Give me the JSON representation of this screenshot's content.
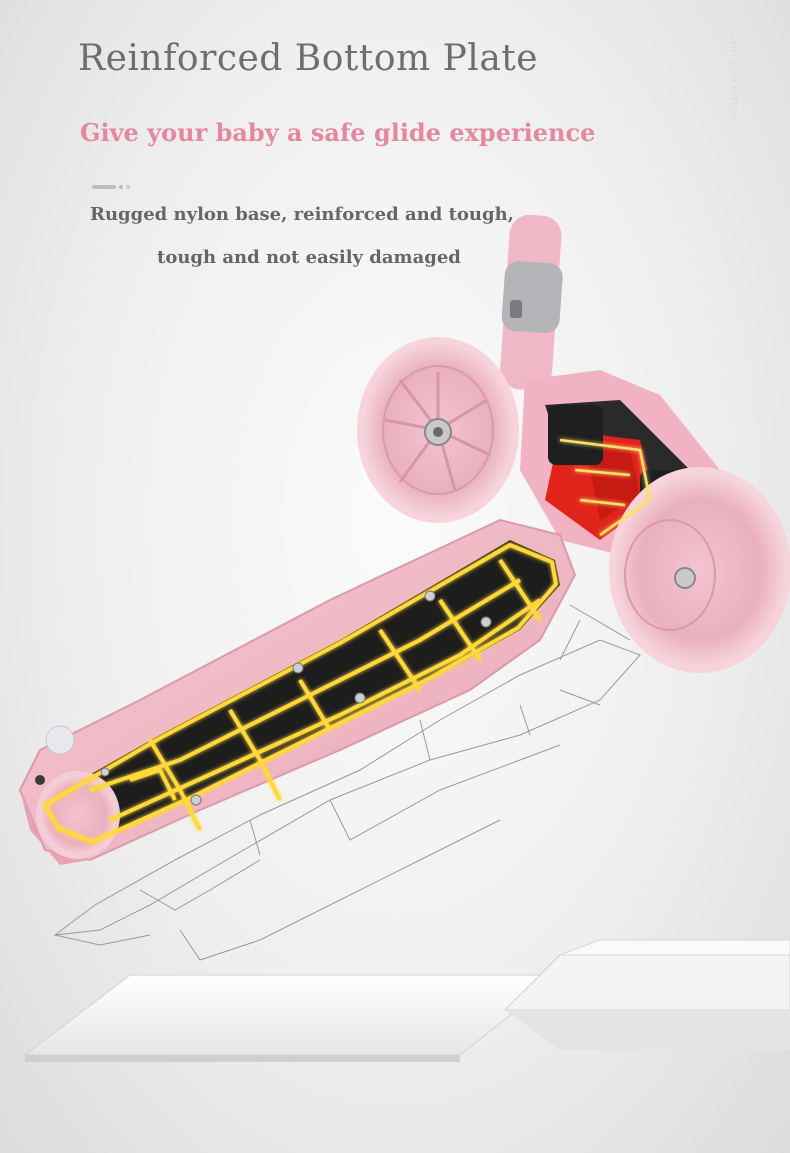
{
  "header": {
    "title": "Reinforced Bottom Plate",
    "subtitle": "Give your baby a safe glide experience",
    "desc_line1": "Rugged nylon base, reinforced and tough,",
    "desc_line2": "tough and not easily damaged"
  },
  "watermark": "uality Scooter",
  "colors": {
    "title": "#6e6e6e",
    "subtitle": "#e3889e",
    "body_text": "#666666",
    "scooter_pink": "#f1b9c6",
    "highlight_yellow": "#ffd83a",
    "bracket_red": "#e0241b"
  },
  "icons": [
    "divider-dots-icon"
  ]
}
